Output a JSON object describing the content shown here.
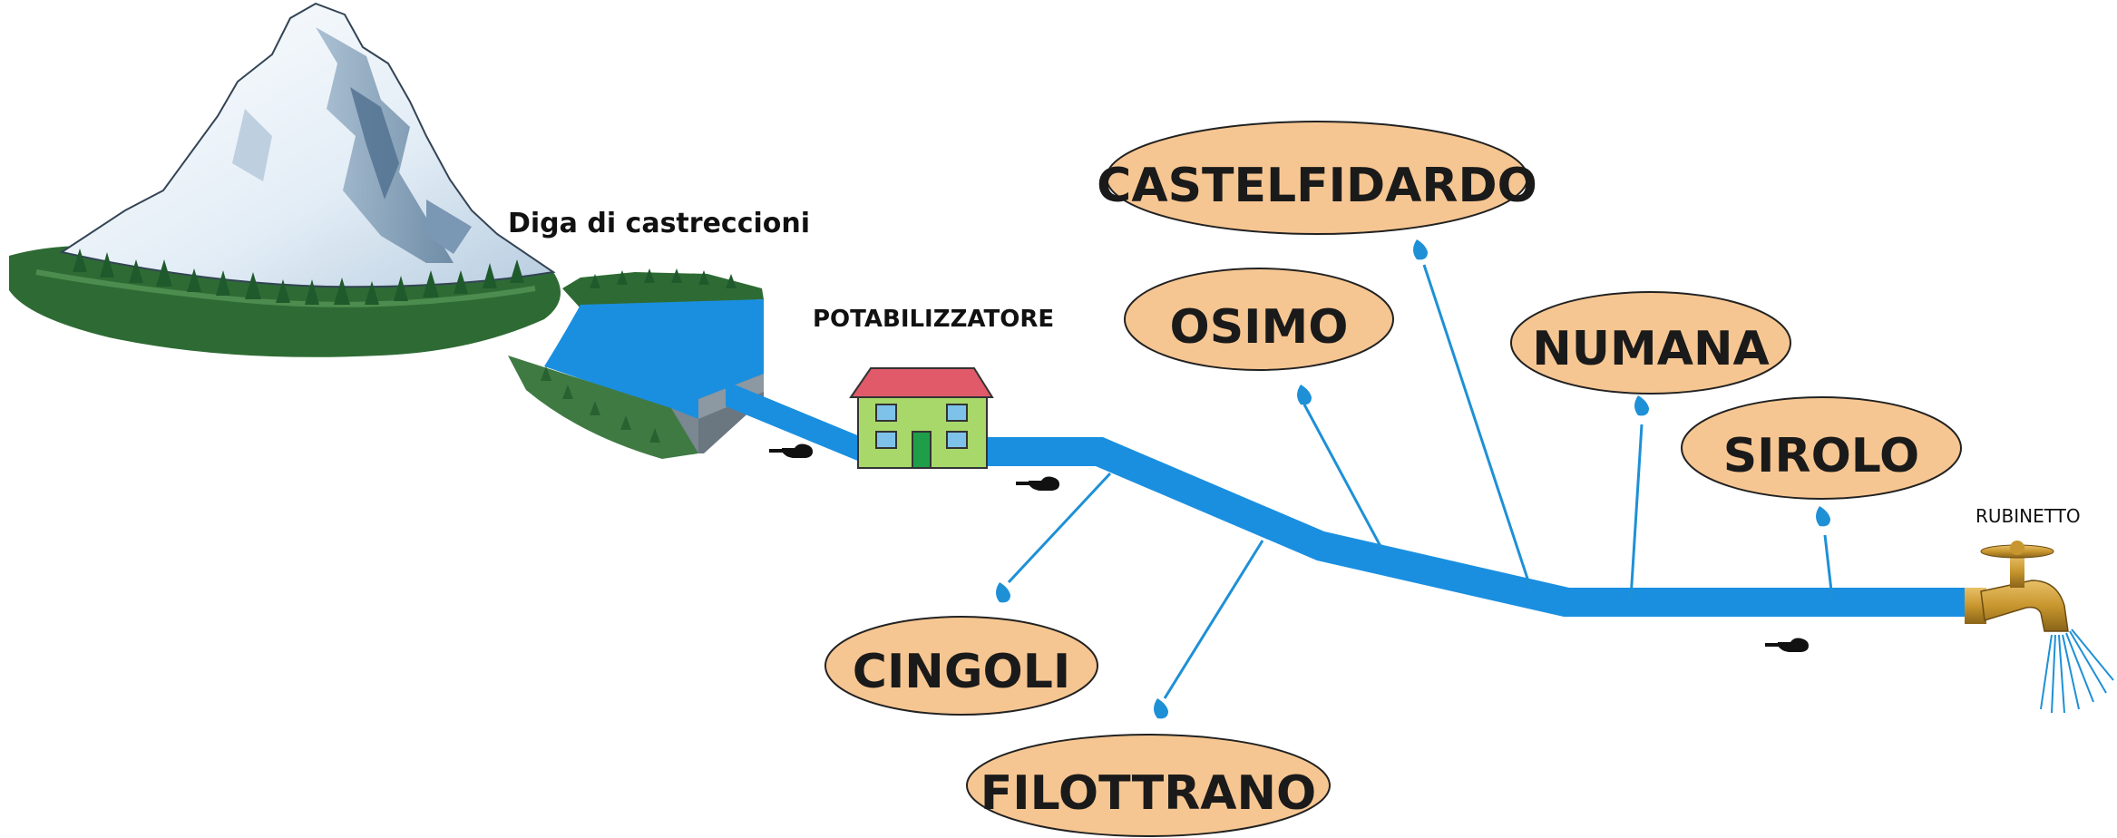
{
  "labels": {
    "dam": "Diga di castreccioni",
    "plant": "POTABILIZZATORE",
    "tap": "RUBINETTO"
  },
  "towns": {
    "castelfidardo": "CASTELFIDARDO",
    "osimo": "OSIMO",
    "numana": "NUMANA",
    "sirolo": "SIROLO",
    "cingoli": "CINGOLI",
    "filottrano": "FILOTTRANO"
  },
  "colors": {
    "pipe": "#1a8fe0",
    "branch": "#1e90d6",
    "bubble_fill": "#f6c692",
    "bubble_stroke": "#222222",
    "reservoir": "#1a8fe0",
    "forest": "#2e6b34",
    "roof": "#e05a6a",
    "house_wall": "#a8d86a",
    "door": "#1f9e4a",
    "tap_brass": "#c8962e"
  },
  "icons": [
    "mountain-icon",
    "reservoir-icon",
    "house-icon",
    "tap-icon",
    "pointing-hand-icon",
    "water-drop-icon"
  ]
}
